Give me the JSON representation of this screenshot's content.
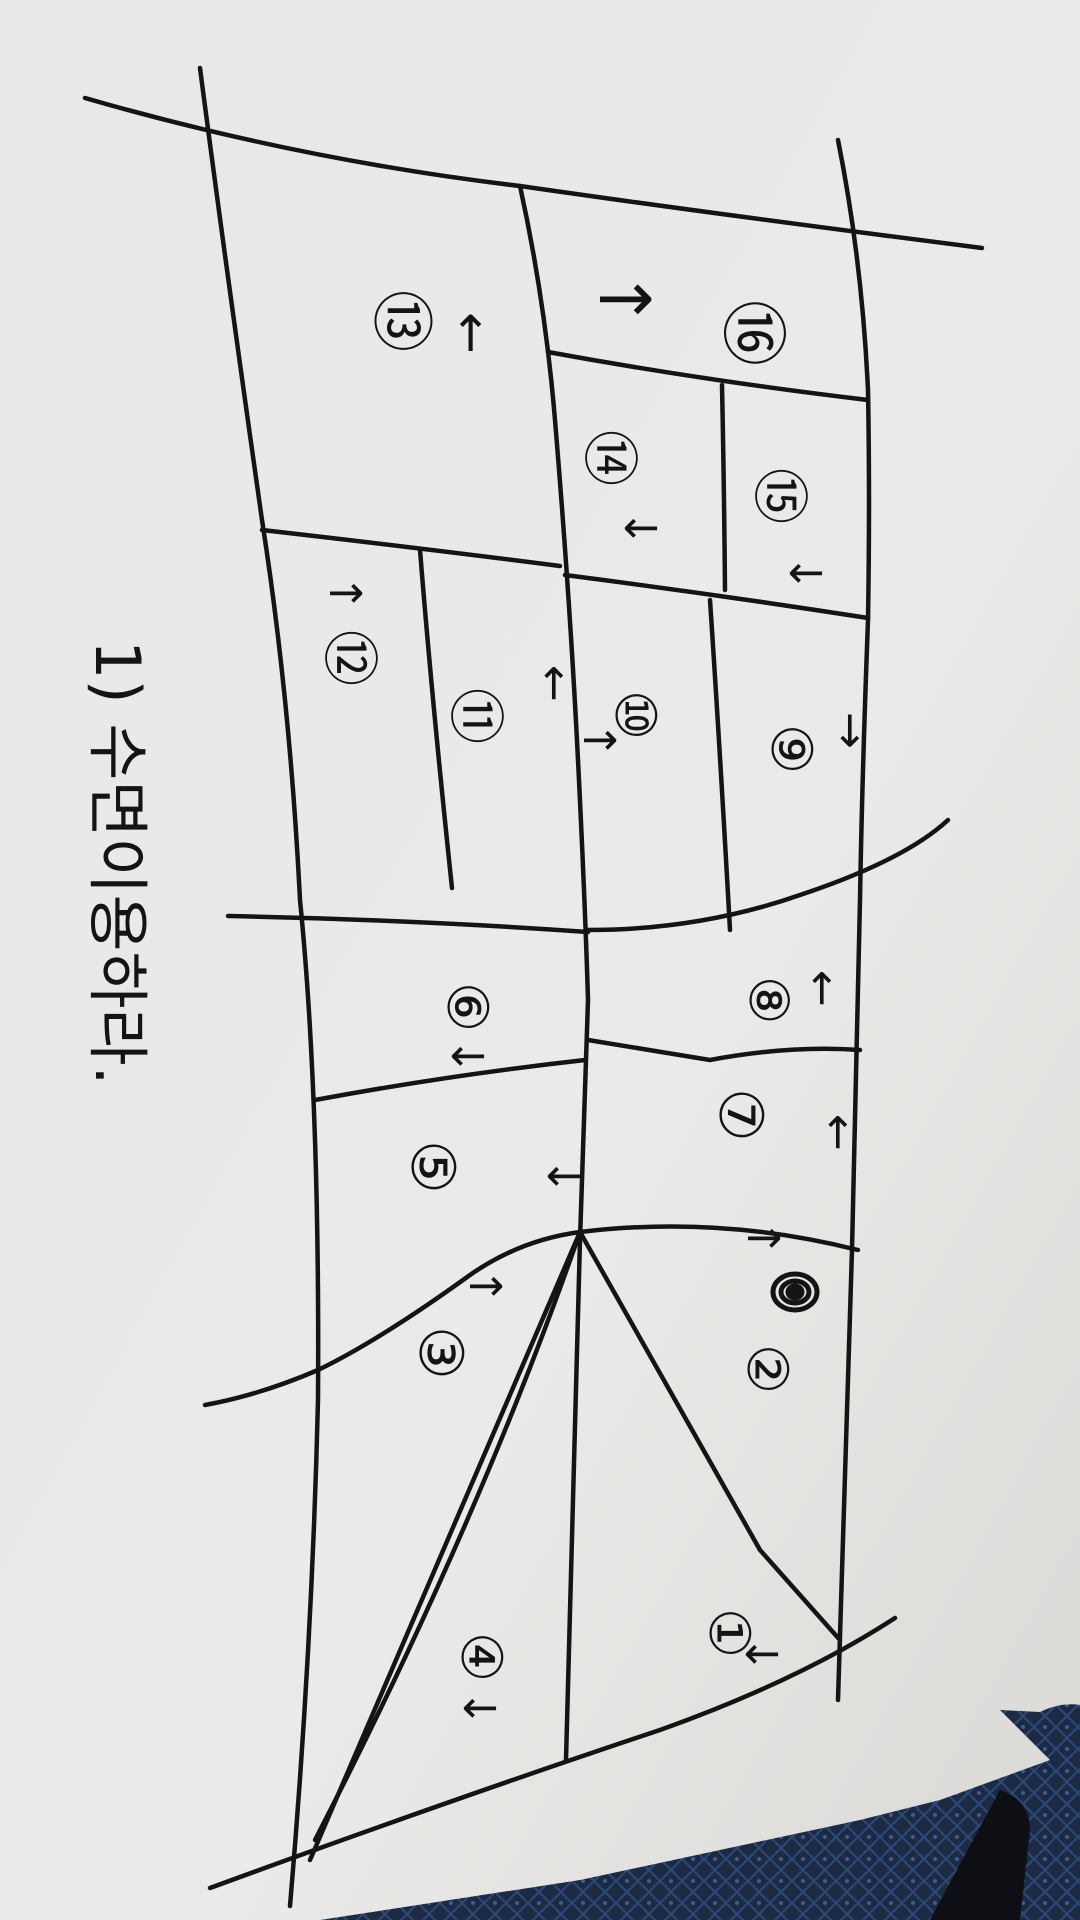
{
  "photo": {
    "description_free": true,
    "colors": {
      "paper": "#ebeae8",
      "paper_shadow": "#dedddb",
      "ink": "#141414",
      "background_fabric": "#1c2a44",
      "fabric_pattern": "#2c4a78"
    },
    "handwritten_note": "1) 수면이용하라.",
    "cell_labels": [
      {
        "id": "1",
        "text": "①",
        "arrow": "↓"
      },
      {
        "id": "2",
        "text": "②",
        "arrow": "↑"
      },
      {
        "id": "3",
        "text": "③",
        "arrow": "↑"
      },
      {
        "id": "4",
        "text": "④",
        "arrow": "↓"
      },
      {
        "id": "5",
        "text": "⑤",
        "arrow": "↓"
      },
      {
        "id": "6",
        "text": "⑥",
        "arrow": "↓"
      },
      {
        "id": "7",
        "text": "⑦",
        "arrow": "←"
      },
      {
        "id": "8",
        "text": "⑧",
        "arrow": "←"
      },
      {
        "id": "9",
        "text": "⑨",
        "arrow": "→"
      },
      {
        "id": "10",
        "text": "⑩",
        "arrow": "↑"
      },
      {
        "id": "11",
        "text": "⑪",
        "arrow": "←"
      },
      {
        "id": "12",
        "text": "⑫",
        "arrow": "↑"
      },
      {
        "id": "13",
        "text": "⑬",
        "arrow": "←"
      },
      {
        "id": "14",
        "text": "⑭",
        "arrow": "↓"
      },
      {
        "id": "15",
        "text": "⑮",
        "arrow": "↓"
      },
      {
        "id": "16",
        "text": "⑯",
        "arrow": "↑"
      }
    ]
  }
}
